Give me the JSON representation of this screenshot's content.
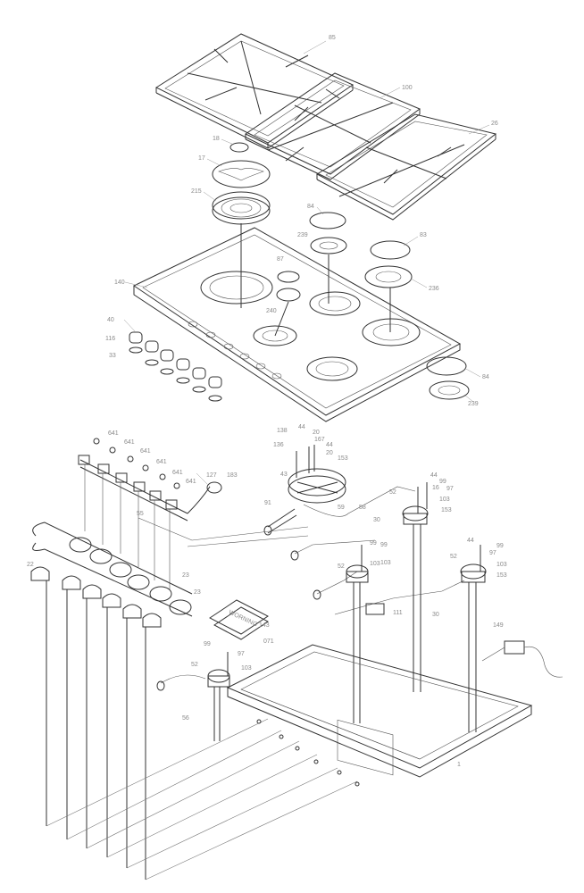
{
  "labels": {
    "grate_left": "85",
    "grate_mid": "100",
    "grate_right": "26",
    "cap_small": "18",
    "cap_large": "17",
    "burner_ring": "215",
    "cap_rear": "84",
    "burner_rear": "239",
    "cap_right": "83",
    "burner_right": "236",
    "cap_center": "87",
    "burner_center": "240",
    "top_plate": "140",
    "knob_left": "40",
    "knob_a": "116",
    "knob_b": "33",
    "cap_front_right": "84",
    "burner_front_right": "239",
    "screw1": "641",
    "screw2": "641",
    "screw3": "641",
    "screw4": "641",
    "screw5": "641",
    "screw6": "641",
    "fitting": "127",
    "elbow": "183",
    "top_a": "138",
    "top_b": "44",
    "top_c": "20",
    "top_d": "167",
    "top_e": "44",
    "top_f": "20",
    "top_g": "153",
    "top_h": "136",
    "wok": "43",
    "pipe_a": "91",
    "pipe_b": "59",
    "rail": "55",
    "tube_a": "30",
    "tube_b": "99",
    "tube_c": "103",
    "lbl_44a": "44",
    "lbl_99a": "99",
    "lbl_16": "16",
    "lbl_97": "97",
    "lbl_103a": "103",
    "lbl_153": "153",
    "lbl_52a": "52",
    "lbl_99b": "99",
    "lbl_103b": "103",
    "lbl_44b": "44",
    "lbl_97b": "97",
    "lbl_52b": "52",
    "lbl_153b": "153",
    "lbl_99c": "99",
    "lbl_103c": "103",
    "lbl_52c": "52",
    "lbl_30b": "30",
    "lbl_111": "111",
    "lbl_22": "22",
    "lbl_23": "23",
    "lbl_143": "143",
    "lbl_99d": "99",
    "lbl_97d": "97",
    "lbl_52d": "52",
    "lbl_103d": "103",
    "lbl_56": "56",
    "lbl_149": "149",
    "lbl_1": "1",
    "lbl_23b": "23",
    "lbl_58": "58",
    "lbl_071": "071",
    "plate_text": "WORNING"
  },
  "colors": {
    "line": "#333333",
    "label": "#8a8a8a"
  }
}
